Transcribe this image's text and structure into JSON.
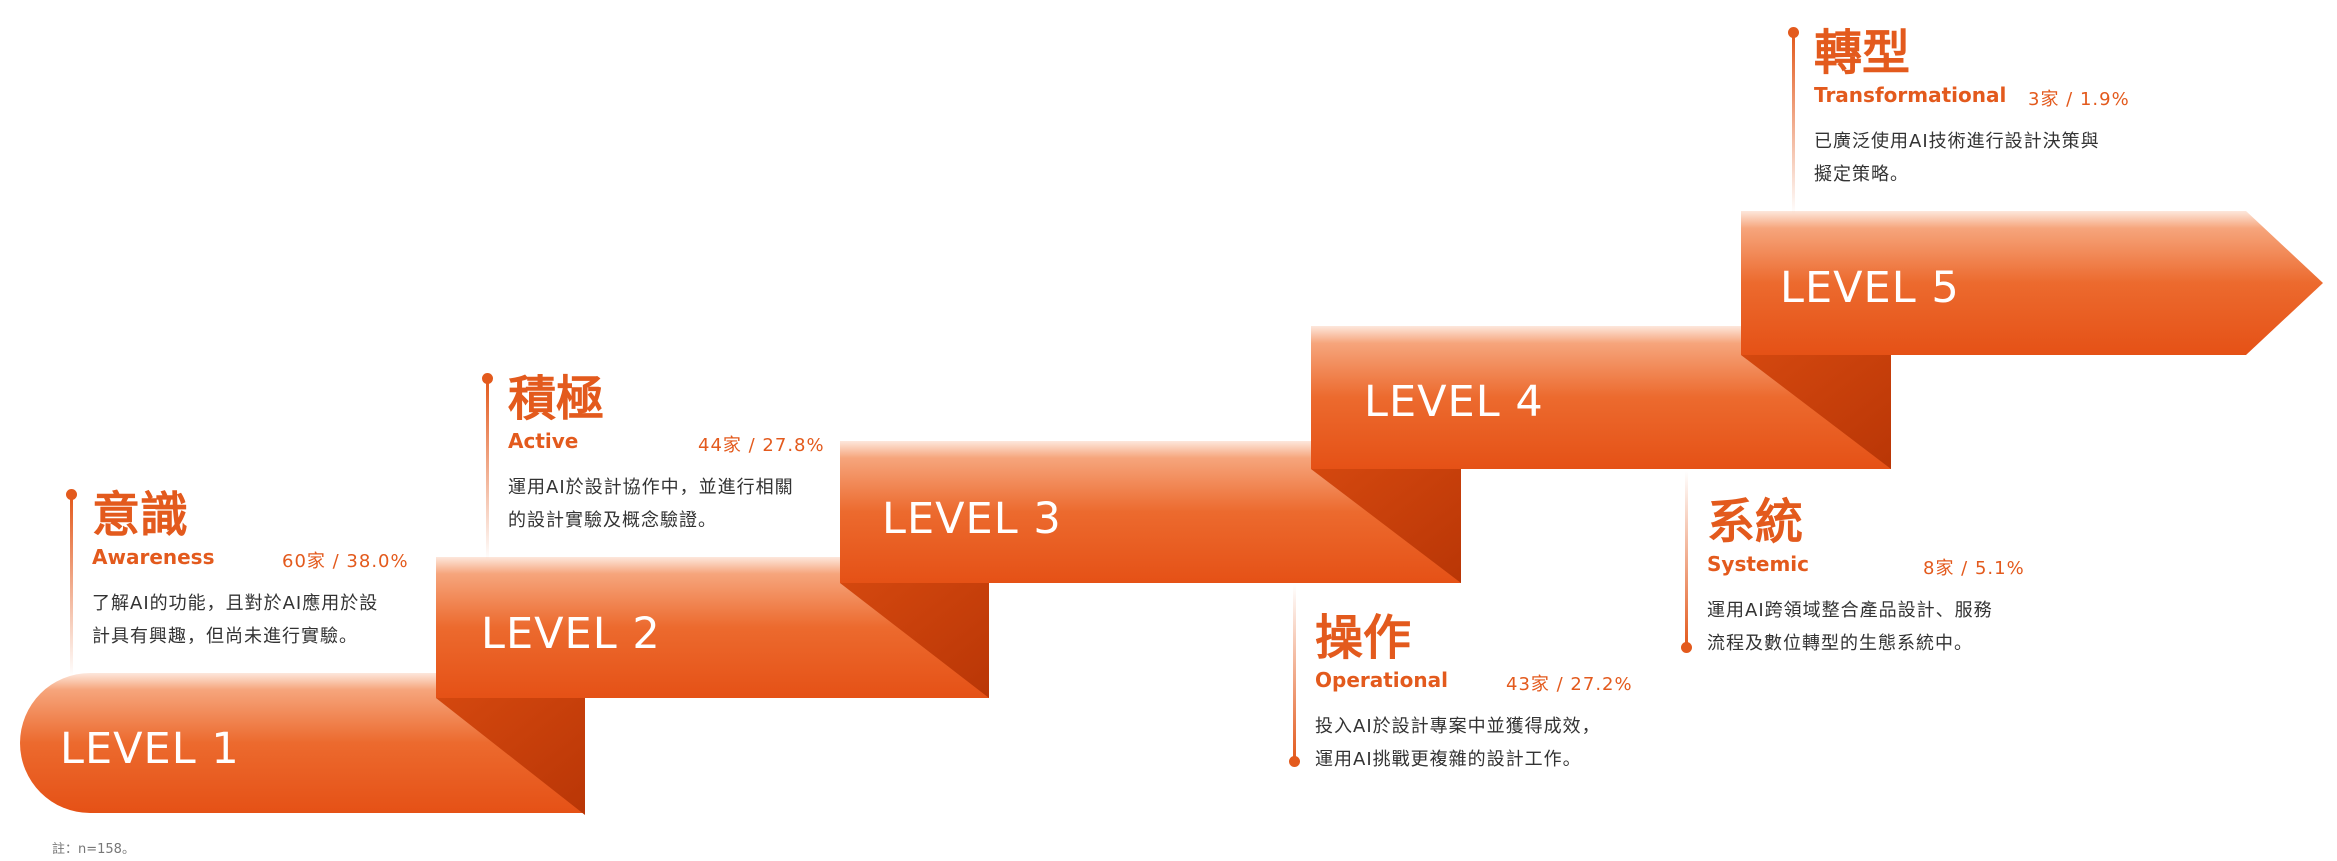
{
  "diagram": {
    "levels": [
      {
        "label": "LEVEL 1"
      },
      {
        "label": "LEVEL 2"
      },
      {
        "label": "LEVEL 3"
      },
      {
        "label": "LEVEL 4"
      },
      {
        "label": "LEVEL 5"
      }
    ],
    "annotations": [
      {
        "title": "意識",
        "subtitle": "Awareness",
        "stat": "60家 / 38.0%",
        "desc": [
          "了解AI的功能，且對於AI應用於設",
          "計具有興趣，但尚未進行實驗。"
        ]
      },
      {
        "title": "積極",
        "subtitle": "Active",
        "stat": "44家 / 27.8%",
        "desc": [
          "運用AI於設計協作中，並進行相關",
          "的設計實驗及概念驗證。"
        ]
      },
      {
        "title": "操作",
        "subtitle": "Operational",
        "stat": "43家 / 27.2%",
        "desc": [
          "投入AI於設計專案中並獲得成效，",
          "運用AI挑戰更複雜的設計工作。"
        ]
      },
      {
        "title": "系統",
        "subtitle": "Systemic",
        "stat": "8家 / 5.1%",
        "desc": [
          "運用AI跨領域整合產品設計、服務",
          "流程及數位轉型的生態系統中。"
        ]
      },
      {
        "title": "轉型",
        "subtitle": "Transformational",
        "stat": "3家 / 1.9%",
        "desc": [
          "已廣泛使用AI技術進行設計決策與",
          "擬定策略。"
        ]
      }
    ],
    "note": "註：n=158。",
    "colors": {
      "accent": "#e35a1d",
      "band": "#e8561a",
      "fold": "#c43c08",
      "text": "#333333"
    }
  }
}
